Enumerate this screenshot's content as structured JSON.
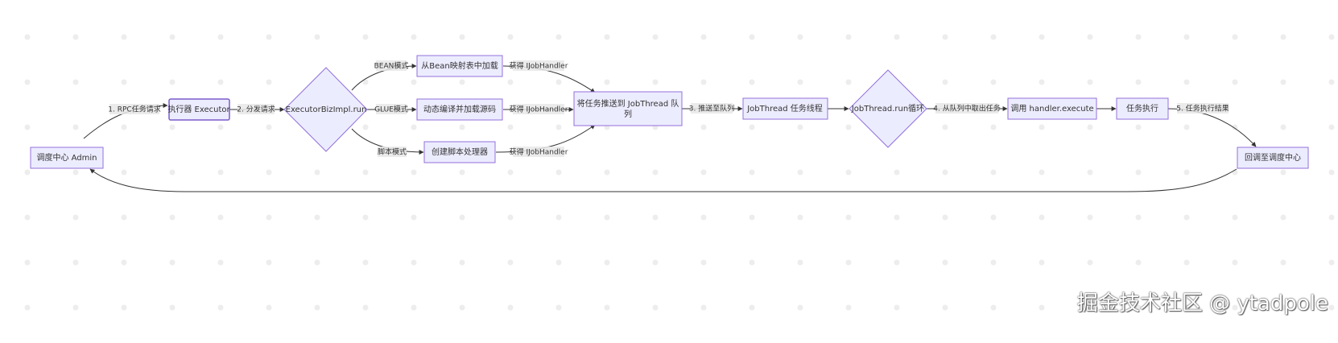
{
  "nodes": {
    "admin": "调度中心 Admin",
    "executor": "执行器 Executor",
    "biz_run": "ExecutorBizImpl.run",
    "bean_load": "从Bean映射表中加载",
    "glue_compile": "动态编译并加载源码",
    "script_create": "创建脚本处理器",
    "push_queue_line1": "将任务推送到 JobThread 队",
    "push_queue_line2": "列",
    "job_thread": "JobThread 任务线程",
    "run_loop": "JobThread.run循环",
    "call_execute": "调用 handler.execute",
    "task_exec": "任务执行",
    "callback": "回调至调度中心"
  },
  "edges": {
    "e1": "1. RPC任务请求",
    "e2": "2. 分发请求",
    "bean_mode": "BEAN模式",
    "glue_mode": "GLUE模式",
    "script_mode": "脚本模式",
    "get_handler_1": "获得 IJobHandler",
    "get_handler_2": "获得 IJobHandler",
    "get_handler_3": "获得 IJobHandler",
    "e3": "3. 推送至队列",
    "e4": "4. 从队列中取出任务",
    "e5": "5. 任务执行结果"
  },
  "watermark": "掘金技术社区 @ ytadpole",
  "colors": {
    "node_fill": "#ECECFF",
    "node_stroke": "#9370DB",
    "edge": "#333333",
    "label_bg": "#E8E8E8",
    "dot": "#EDEDED"
  }
}
